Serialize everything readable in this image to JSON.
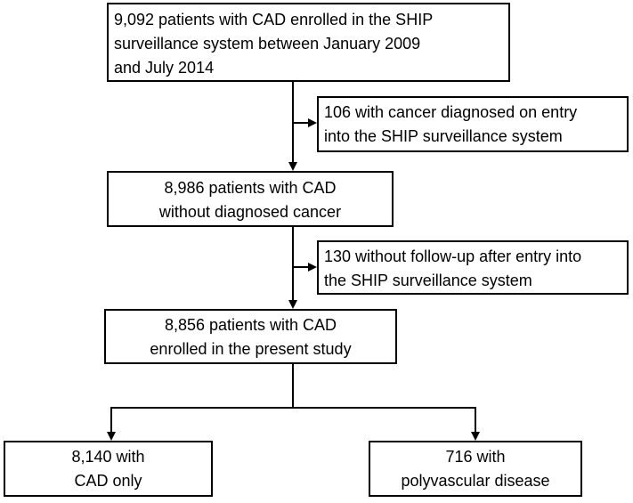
{
  "flowchart": {
    "enrolled": {
      "lines": [
        "9,092 patients with CAD enrolled in the SHIP",
        "surveillance system between January 2009",
        "and July 2014"
      ]
    },
    "excluded_cancer": {
      "lines": [
        "106 with cancer diagnosed on entry",
        "into the SHIP surveillance system"
      ]
    },
    "without_cancer": {
      "lines": [
        "8,986 patients with CAD",
        "without diagnosed cancer"
      ]
    },
    "excluded_followup": {
      "lines": [
        "130 without follow-up after entry into",
        "the SHIP surveillance system"
      ]
    },
    "present_study": {
      "lines": [
        "8,856 patients with CAD",
        "enrolled in the present study"
      ]
    },
    "cad_only": {
      "lines": [
        "8,140 with",
        "CAD only"
      ]
    },
    "polyvascular": {
      "lines": [
        "716 with",
        "polyvascular disease"
      ]
    }
  }
}
